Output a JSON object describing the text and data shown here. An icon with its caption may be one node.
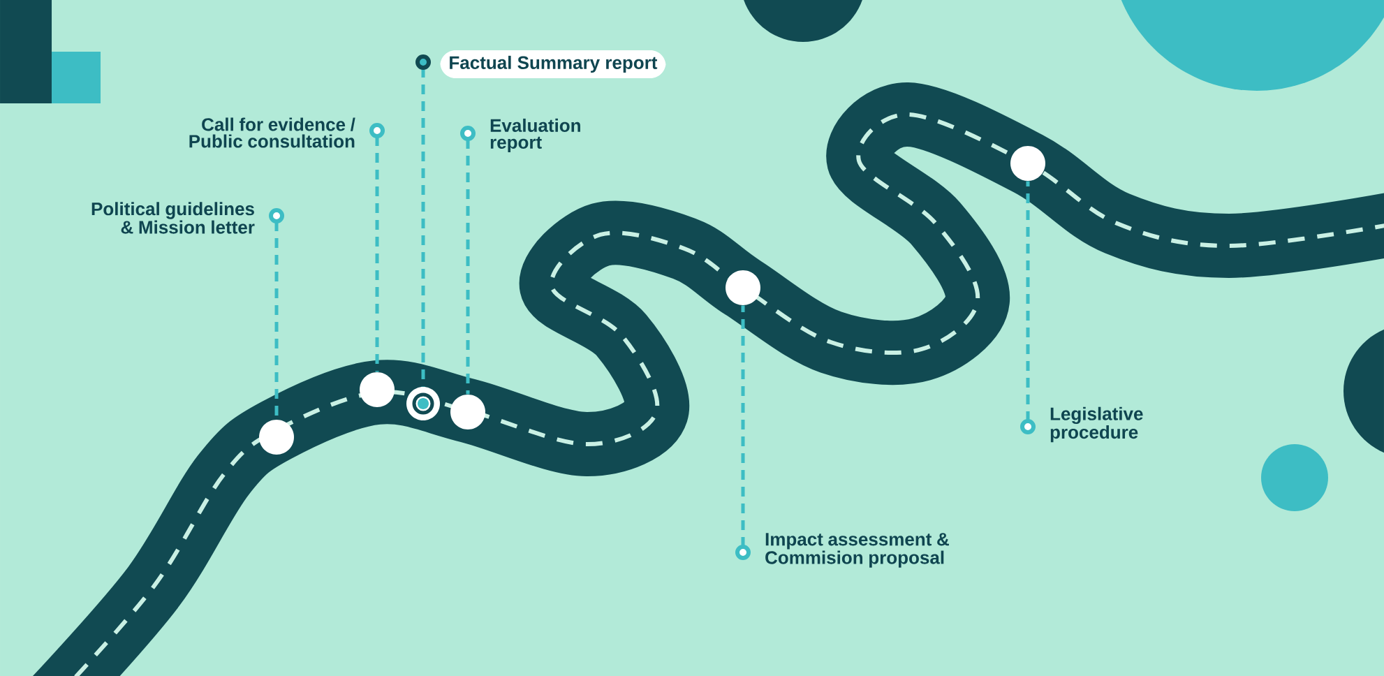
{
  "diagram": {
    "nodes": [
      {
        "text": [
          "Factual Summary report"
        ]
      },
      {
        "text": [
          "Call for evidence / Public consultation"
        ]
      },
      {
        "text": [
          "Evaluation report"
        ]
      },
      {
        "text": [
          "Political guidelines & Mission letter"
        ]
      },
      {
        "text": [
          "Impact assessment & Commision proposal"
        ]
      },
      {
        "text": [
          "Legislative procedure"
        ]
      },
      {
        "text": [],
        "shape": "circle"
      },
      {
        "text": [],
        "shape": "circle"
      },
      {
        "text": [],
        "shape": "circle"
      },
      {
        "text": [],
        "shape": "circle"
      },
      {
        "text": [],
        "shape": "circle"
      },
      {
        "text": [],
        "shape": "circle"
      }
    ],
    "edges": [
      {
        "from": 3,
        "to": 6,
        "arrow": "other",
        "style": "dashed"
      },
      {
        "from": 1,
        "to": 7,
        "arrow": "other",
        "style": "dashed"
      },
      {
        "from": 0,
        "to": 8,
        "arrow": "other",
        "style": "dashed"
      },
      {
        "from": 2,
        "to": 9,
        "arrow": "other",
        "style": "dashed"
      },
      {
        "from": 4,
        "to": 10,
        "arrow": "other",
        "style": "dashed"
      },
      {
        "from": 5,
        "to": 11,
        "arrow": "other",
        "style": "dashed"
      }
    ]
  }
}
